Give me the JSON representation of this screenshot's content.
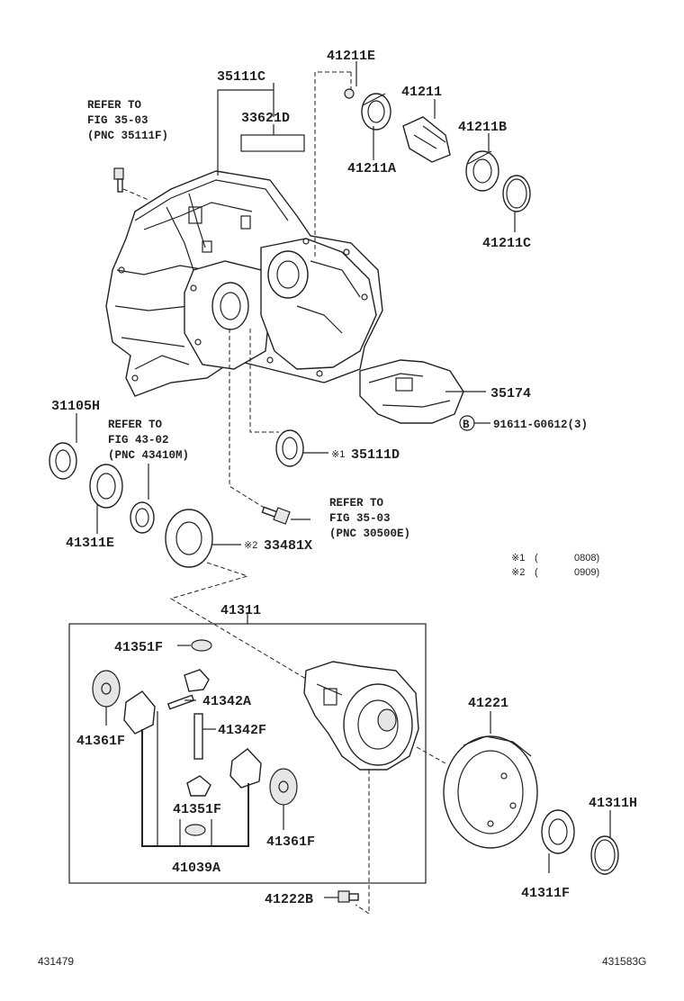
{
  "part_labels": {
    "p35111C": "35111C",
    "p33621D": "33621D",
    "p41211E": "41211E",
    "p41211": "41211",
    "p41211B": "41211B",
    "p41211A": "41211A",
    "p41211C": "41211C",
    "p35174": "35174",
    "p91611": "91611-G0612(3)",
    "p35111D": "35111D",
    "p31105H": "31105H",
    "p41311E": "41311E",
    "p33481X": "33481X",
    "p41311": "41311",
    "p41351F_top": "41351F",
    "p41342A": "41342A",
    "p41342F": "41342F",
    "p41361F_left": "41361F",
    "p41351F_bot": "41351F",
    "p41361F_right": "41361F",
    "p41039A": "41039A",
    "p41221": "41221",
    "p41311H": "41311H",
    "p41311F": "41311F",
    "p41222B": "41222B"
  },
  "refs": {
    "ref1": [
      "REFER TO",
      "FIG 35-03",
      "(PNC 35111F)"
    ],
    "ref2": [
      "REFER TO",
      "FIG 43-02",
      "(PNC 43410M)"
    ],
    "ref3": [
      "REFER TO",
      "FIG 35-03",
      "(PNC 30500E)"
    ]
  },
  "marks": {
    "bolt_mark": "B",
    "note_mark_1": "※1",
    "note_mark_2": "※2"
  },
  "notes": {
    "n1_range": "0808)",
    "n2_range": "0909)"
  },
  "footer": {
    "left_id": "431479",
    "right_id": "431583G"
  }
}
